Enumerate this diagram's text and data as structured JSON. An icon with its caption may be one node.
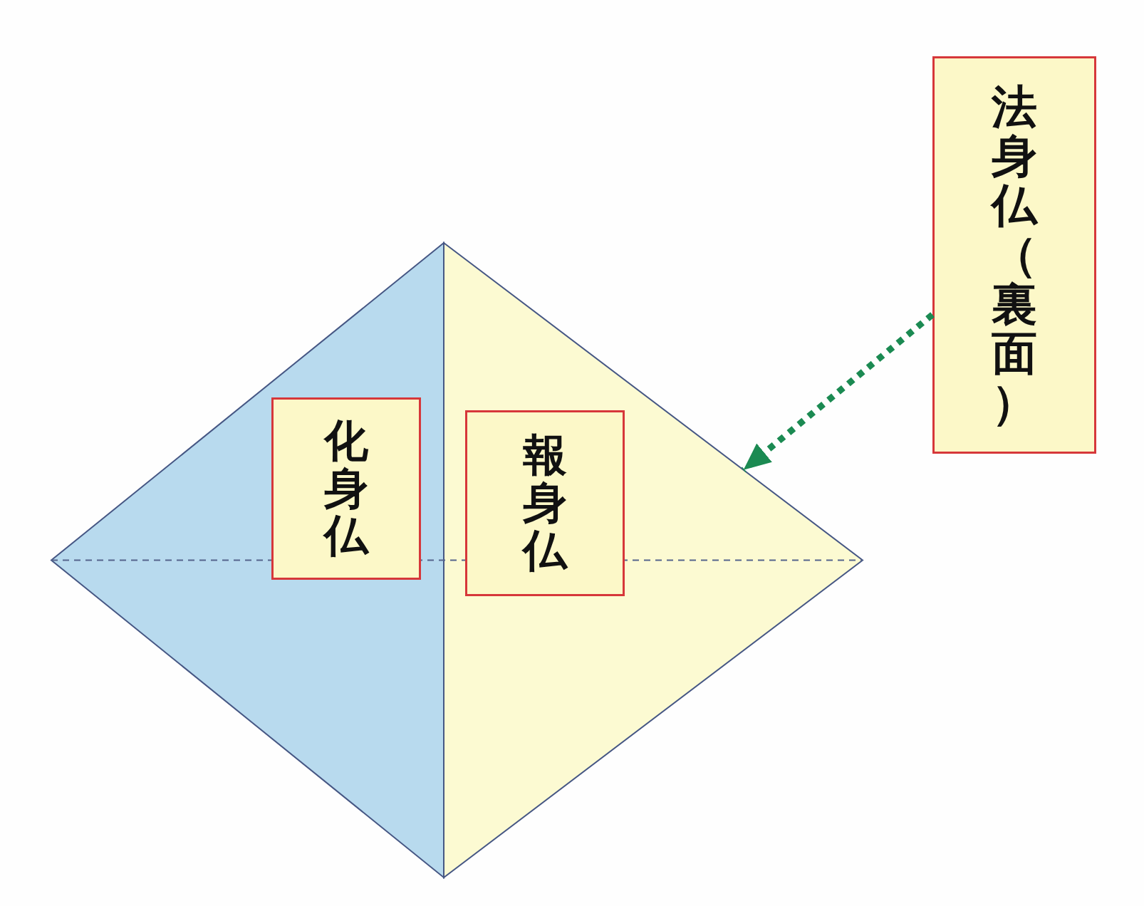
{
  "diagram": {
    "nodes": [
      {
        "text": [],
        "shape": "triangle"
      },
      {
        "text": [
          "化身仏"
        ],
        "in": 0
      },
      {
        "text": [],
        "shape": "triangle"
      },
      {
        "text": [
          "報身仏"
        ],
        "in": 2
      },
      {
        "text": [
          "法身仏（裏面）"
        ]
      }
    ],
    "edges": [
      {
        "from": 4,
        "to": 2,
        "arrow": "to",
        "style": "dashed",
        "color": "#1b8a52"
      }
    ]
  }
}
